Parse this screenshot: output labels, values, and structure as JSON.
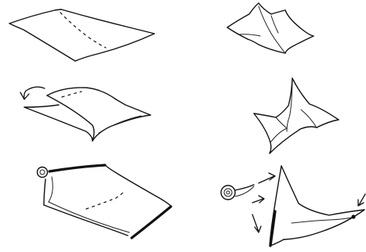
{
  "diagram": {
    "kind": "hand-drawn instruction sketch",
    "panel_count": 6,
    "ink_color": "#111111",
    "background_color": "#ffffff",
    "panels": [
      {
        "id": "step-1",
        "icon": "flat-sheet-with-dashed-fold-line"
      },
      {
        "id": "step-2",
        "icon": "sheet-folding-with-curved-arrow"
      },
      {
        "id": "step-3",
        "icon": "sheet-with-taped-edges-and-tape-roll"
      },
      {
        "id": "step-4",
        "icon": "sheet-pinched-into-peak"
      },
      {
        "id": "step-5",
        "icon": "sheet-raised-into-point"
      },
      {
        "id": "step-6",
        "icon": "pointed-shape-with-tape-roll-and-arrows"
      }
    ]
  }
}
